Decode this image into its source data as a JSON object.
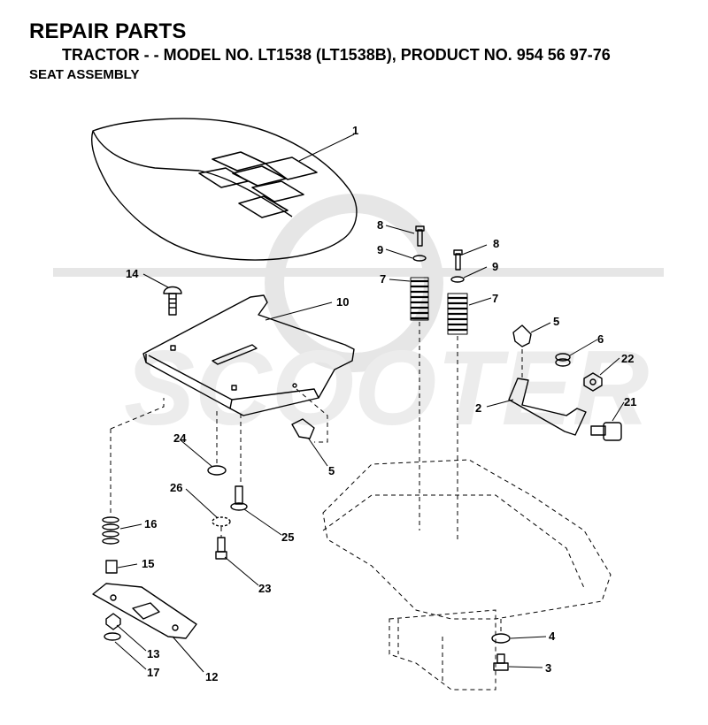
{
  "header": {
    "title": "REPAIR PARTS",
    "subtitle": "TRACTOR - - MODEL NO. LT1538 (LT1538B), PRODUCT NO. 954 56 97-76",
    "section": "SEAT ASSEMBLY"
  },
  "watermark": {
    "text": "SCOOTER",
    "color": "#e8e8e8"
  },
  "parts": {
    "seat": "1",
    "bracket": "2",
    "bolt_3": "3",
    "washer_4": "4",
    "clip_5_top": "5",
    "clip_5_pan": "5",
    "nut_6": "6",
    "spring_7_left": "7",
    "spring_7_right": "7",
    "screw_8_left": "8",
    "screw_8_right": "8",
    "washer_9_left": "9",
    "washer_9_right": "9",
    "seat_pan": "10",
    "slide_12": "12",
    "nut_13": "13",
    "carriage_bolt_14": "14",
    "spacer_15": "15",
    "spring_16": "16",
    "washer_17": "17",
    "shoulder_bolt_21": "21",
    "nut_22": "22",
    "bolt_23": "23",
    "washer_24": "24",
    "bolt_25": "25",
    "washer_26": "26"
  }
}
